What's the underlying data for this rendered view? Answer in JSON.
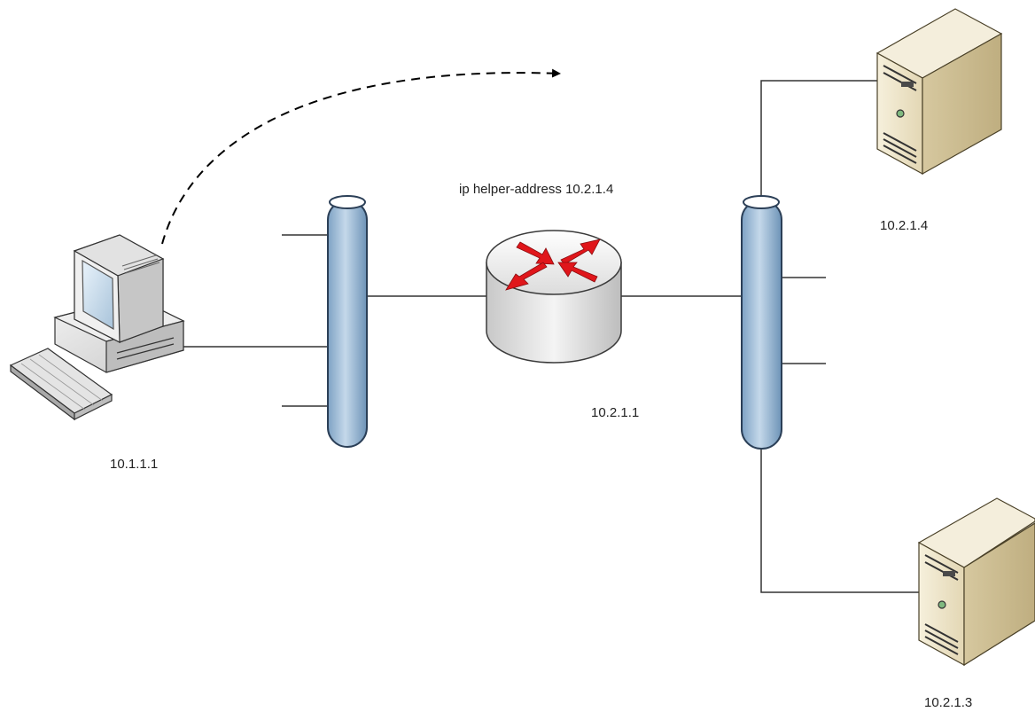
{
  "labels": {
    "pc_ip": "10.1.1.1",
    "router_ip": "10.2.1.1",
    "router_command": "ip helper-address 10.2.1.4",
    "server_top_ip": "10.2.1.4",
    "server_bottom_ip": "10.2.1.3"
  },
  "colors": {
    "segment_fill": "#a9c4dc",
    "segment_stroke": "#2b3f57",
    "arrow_red": "#e0161b",
    "server_beige": "#ece3c6",
    "line": "#333333"
  },
  "icons": {
    "client": "desktop-computer-icon",
    "router": "router-icon",
    "servers": "tower-server-icon"
  }
}
